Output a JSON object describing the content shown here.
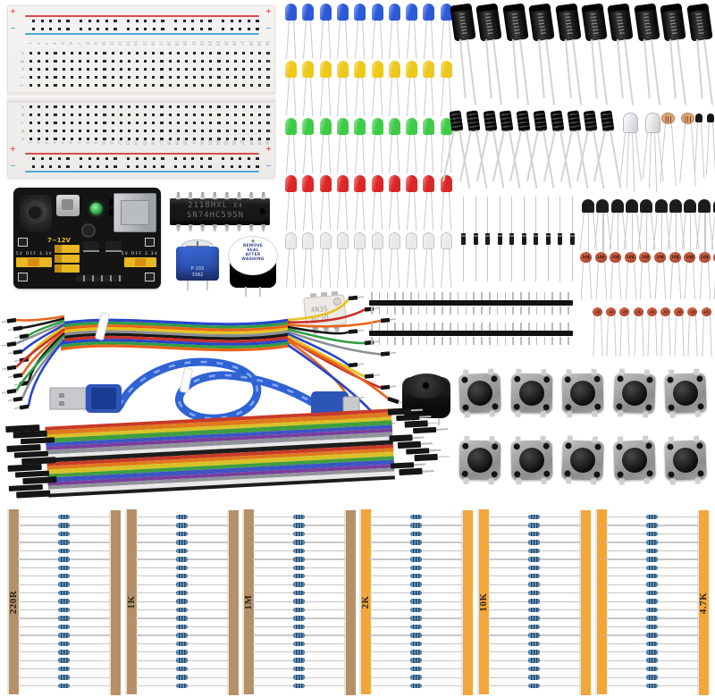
{
  "scene": {
    "description": "Electronics starter kit components laid out on a white background"
  },
  "breadboard": {
    "columns": 30,
    "row_letters_top": [
      "f",
      "g",
      "h",
      "i",
      "j"
    ],
    "row_letters_bottom": [
      "a",
      "b",
      "c",
      "d",
      "e"
    ],
    "rail_positive": "+",
    "rail_negative": "−",
    "rail_colors": {
      "positive": "#d94b4b",
      "negative": "#4fa8d9"
    }
  },
  "led_rows": [
    {
      "color": "blue",
      "hex": "#2b59d8",
      "count": 10
    },
    {
      "color": "yellow",
      "hex": "#eec81a",
      "count": 10
    },
    {
      "color": "green",
      "hex": "#3ecc46",
      "count": 10
    },
    {
      "color": "red",
      "hex": "#dd2626",
      "count": 10
    },
    {
      "color": "white",
      "hex": "#e9e9ec",
      "count": 10
    }
  ],
  "electrolytic_capacitors": {
    "large_count": 10,
    "small_count": 10
  },
  "rgb_leds": {
    "count": 2
  },
  "photoresistors": {
    "count": 2
  },
  "ir_photodiodes": {
    "count": 2
  },
  "power_module": {
    "input_label": "7~12V",
    "side_label": "5V OFF 3.3V"
  },
  "ic_chip": {
    "marking_line1": "2118HXL",
    "marking_suffix": "E4",
    "marking_line2": "SN74HC595N"
  },
  "potentiometer": {
    "marking_line1": "P 103",
    "marking_line2": "3362"
  },
  "active_buzzer": {
    "polarity_mark": "+",
    "sticker_lines": [
      "REMOVE",
      "SEAL",
      "AFTER",
      "WASHING"
    ]
  },
  "passive_buzzer": {
    "count": 1
  },
  "optocoupler": {
    "marking_line1": "4N35",
    "marking_line2": "027Q"
  },
  "diodes": {
    "count": 10
  },
  "transistors": {
    "count": 10
  },
  "ceramic_capacitors": {
    "row1_marking": "104",
    "row1_count": 10,
    "row2_marking": "22",
    "row2_count": 10
  },
  "pin_headers": {
    "count": 2
  },
  "tactile_buttons": {
    "count": 10,
    "rows": 2,
    "per_row": 5
  },
  "jumper_wires": {
    "wire_colors": [
      "#e8641a",
      "#2746cc",
      "#171717",
      "#e6c21d",
      "#2f9e42",
      "#c8302a",
      "#8a8f96"
    ]
  },
  "usb_cable": {
    "color": "#2f63d4"
  },
  "ribbon_cable": {
    "stripe_colors": [
      "#c93a28",
      "#e0791e",
      "#d8c227",
      "#3f9e3f",
      "#3c55c4",
      "#7a3e9c",
      "#90939a",
      "#e8e8e8",
      "#1d1d1d"
    ]
  },
  "resistor_strips": [
    {
      "label": "220R",
      "card_color": "#b5906a",
      "label_side": "left",
      "count": 21
    },
    {
      "label": "1K",
      "card_color": "#b5906a",
      "label_side": "left",
      "count": 21
    },
    {
      "label": "1M",
      "card_color": "#b5906a",
      "label_side": "left",
      "count": 21
    },
    {
      "label": "2K",
      "card_color": "#f2a63c",
      "label_side": "left",
      "count": 21
    },
    {
      "label": "10K",
      "card_color": "#f2a63c",
      "label_side": "left",
      "count": 21
    },
    {
      "label": "4.7K",
      "card_color": "#f2a63c",
      "label_side": "right",
      "count": 21
    }
  ]
}
